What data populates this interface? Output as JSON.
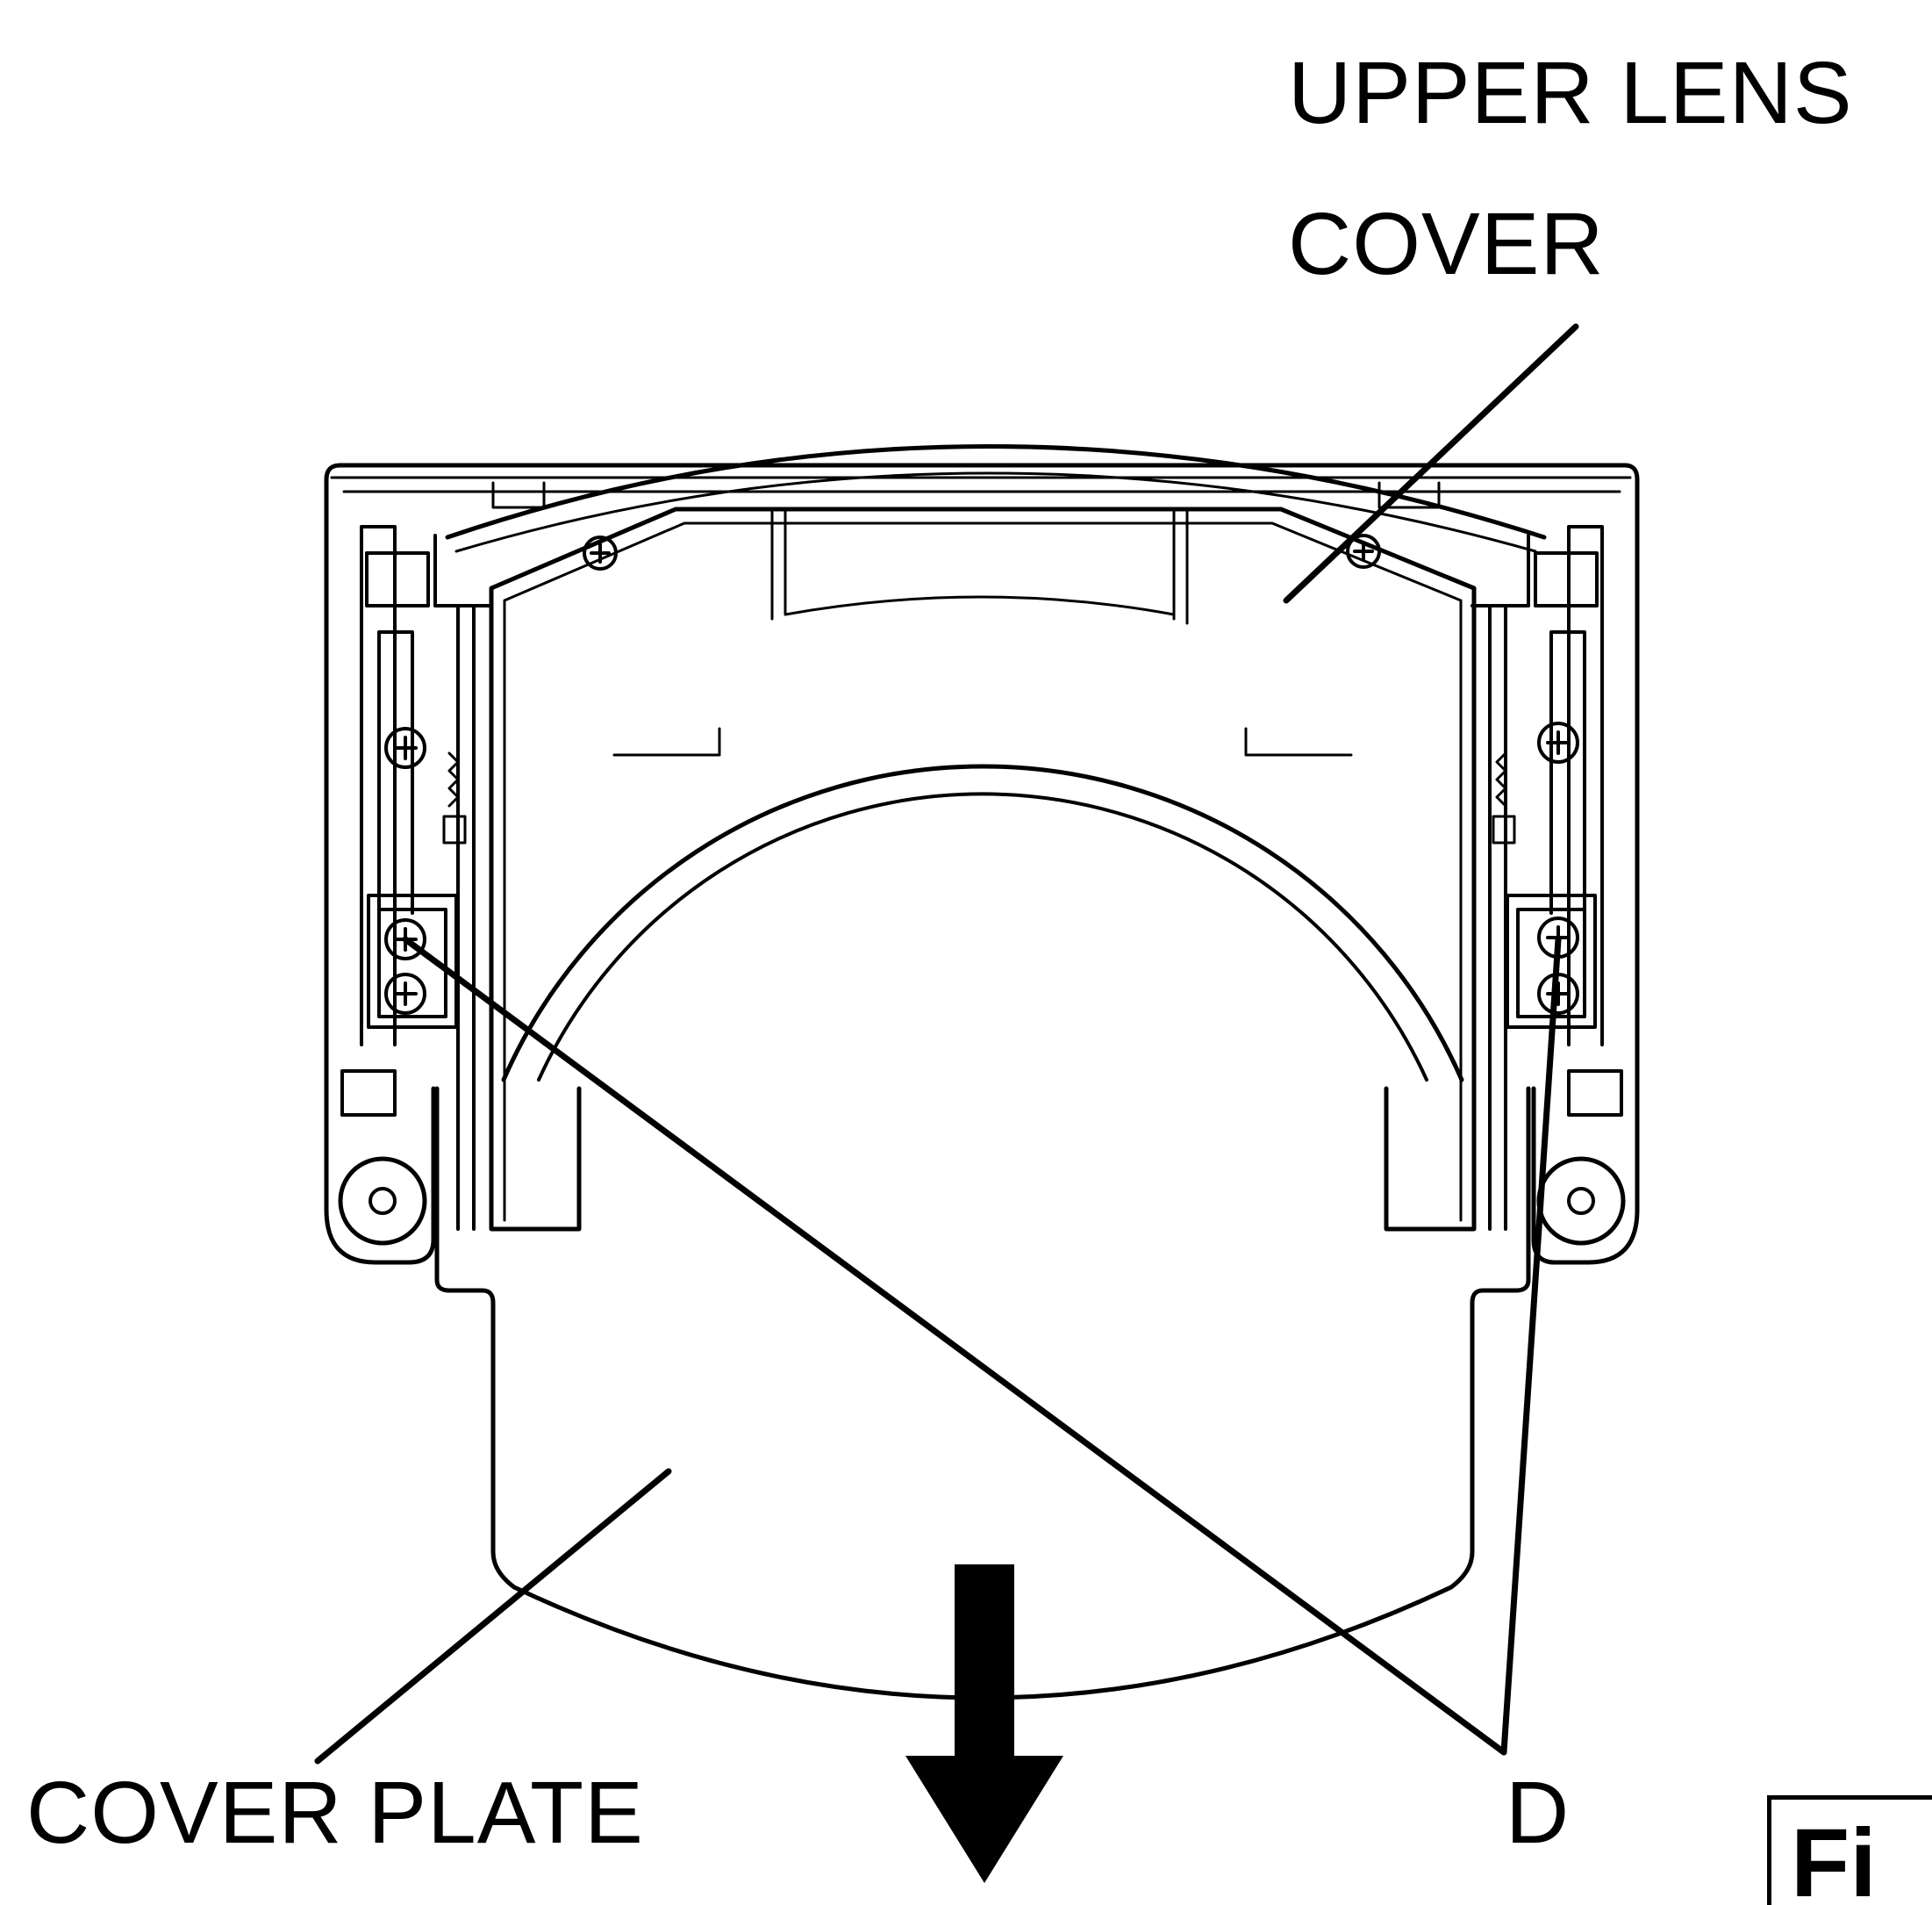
{
  "labels": {
    "upper_lens_cover_line1": "UPPER LENS",
    "upper_lens_cover_line2": "COVER",
    "cover_plate": "COVER PLATE",
    "screws": "D",
    "figure_tag": "Fi"
  },
  "colors": {
    "ink": "#000000",
    "paper": "#ffffff"
  },
  "icons": {
    "screw": "phillips-screw-icon",
    "direction": "down-arrow-icon"
  }
}
